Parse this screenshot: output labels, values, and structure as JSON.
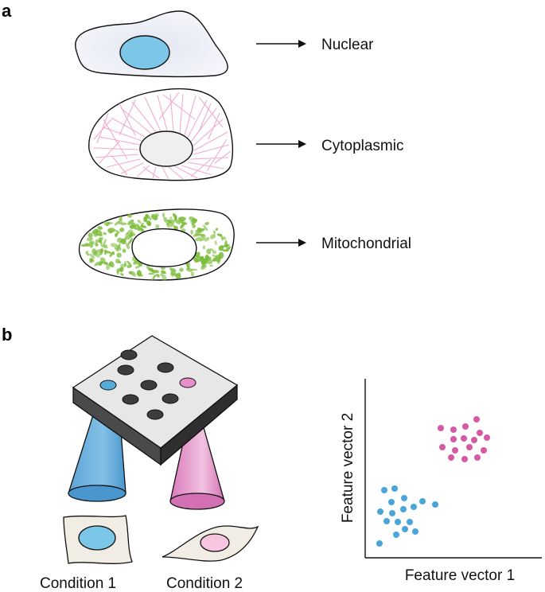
{
  "panel_a": {
    "letter": "a",
    "rows": [
      {
        "label": "Nuclear",
        "stain": "nucleus",
        "color": "#7cc6e8"
      },
      {
        "label": "Cytoplasmic",
        "stain": "cytoskeleton fibres",
        "color": "#f2b5d0"
      },
      {
        "label": "Mitochondrial",
        "stain": "mitochondria",
        "color": "#7cbc3a"
      }
    ]
  },
  "panel_b": {
    "letter": "b",
    "conditions": [
      "Condition 1",
      "Condition 2"
    ],
    "condition_colors": [
      "#55acd9",
      "#e07ab9"
    ],
    "plot": {
      "xlabel": "Feature vector 1",
      "ylabel": "Feature vector 2"
    }
  },
  "colors": {
    "blue": "#4aa6d8",
    "pink": "#d55aa3",
    "cell_fill": "#f1ede5",
    "plate_top": "#e6e6e6",
    "plate_side": "#3e3e3e"
  },
  "icons": [
    "arrow-right-icon",
    "cell-icon",
    "well-plate-icon",
    "light-cone-icon"
  ]
}
